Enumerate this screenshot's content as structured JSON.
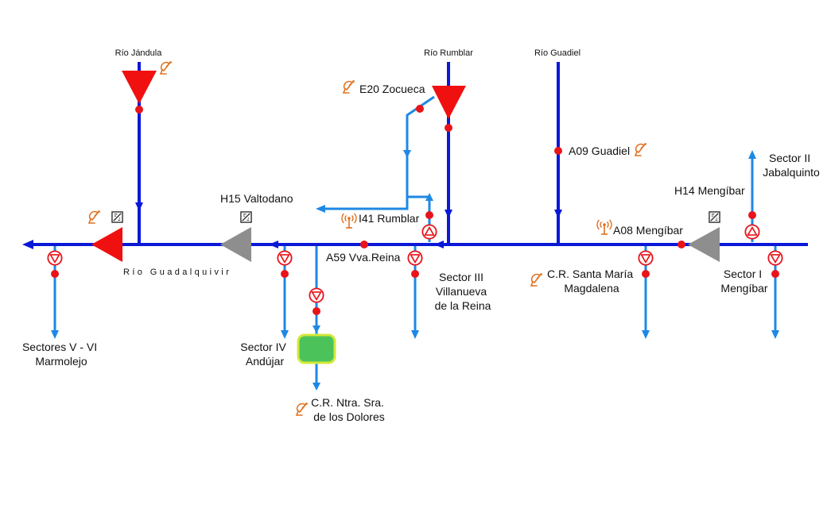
{
  "colors": {
    "river": "#0a18d8",
    "branch": "#1e88e5",
    "node": "#e8141a",
    "dam_red": "#f01010",
    "dam_gray": "#8e8e8e",
    "icon_orange": "#e07020",
    "reservoir_fill": "#4cc35a",
    "reservoir_border": "#d4e83a"
  },
  "rivers": {
    "main": "Río Guadalquivir",
    "jandula": "Río Jándula",
    "rumblar": "Río Rumblar",
    "guadiel": "Río Guadiel"
  },
  "stations": {
    "e20": "E20 Zocueca",
    "a09": "A09 Guadiel",
    "h15": "H15 Valtodano",
    "i41": "I41 Rumblar",
    "a59": "A59 Vva.Reina",
    "a08": "A08 Mengíbar",
    "h14": "H14 Mengíbar"
  },
  "sectors": {
    "sector_ii": [
      "Sector II",
      "Jabalquinto"
    ],
    "sector_i": [
      "Sector I",
      "Mengíbar"
    ],
    "sector_iii": [
      "Sector III",
      "Villanueva",
      "de la Reina"
    ],
    "sector_iv": [
      "Sector IV",
      "Andújar"
    ],
    "sectores_v_vi": [
      "Sectores V - VI",
      "Marmolejo"
    ],
    "cr_santa_maria": [
      "C.R. Santa María",
      "Magdalena"
    ],
    "cr_dolores": [
      "C.R. Ntra. Sra.",
      "de los Dolores"
    ]
  },
  "icons": {
    "dish": "satellite-dish-icon",
    "antenna": "radio-antenna-icon",
    "gauge": "gauge-panel-icon",
    "pump": "pump-station-icon"
  }
}
